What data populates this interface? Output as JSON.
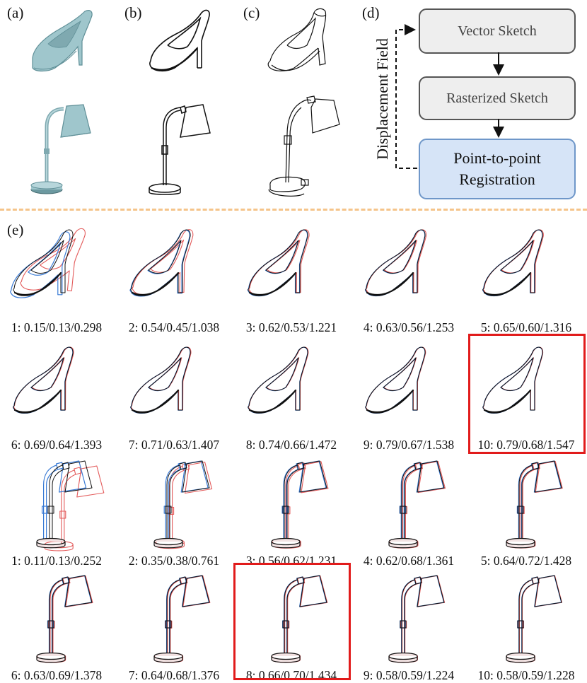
{
  "panels": {
    "a": "(a)",
    "b": "(b)",
    "c": "(c)",
    "d": "(d)",
    "e": "(e)"
  },
  "pipeline": {
    "vector_sketch": "Vector Sketch",
    "rasterized_sketch": "Rasterized Sketch",
    "registration": "Point-to-point Registration",
    "side_label": "Displacement Field"
  },
  "colors": {
    "mesh": "#9fc6cc",
    "overlay_blue": "#3a7bd5",
    "overlay_red": "#e35a5a",
    "highlight": "#e11b1b",
    "separator": "#f5c48a",
    "registration_fill": "#d6e4f7"
  },
  "shoe_rows": [
    [
      "1: 0.15/0.13/0.298",
      "2: 0.54/0.45/1.038",
      "3: 0.62/0.53/1.221",
      "4: 0.63/0.56/1.253",
      "5: 0.65/0.60/1.316"
    ],
    [
      "6: 0.69/0.64/1.393",
      "7: 0.71/0.63/1.407",
      "8: 0.74/0.66/1.472",
      "9: 0.79/0.67/1.538",
      "10: 0.79/0.68/1.547"
    ]
  ],
  "lamp_rows": [
    [
      "1: 0.11/0.13/0.252",
      "2: 0.35/0.38/0.761",
      "3: 0.56/0.62/1.231",
      "4: 0.62/0.68/1.361",
      "5: 0.64/0.72/1.428"
    ],
    [
      "6: 0.63/0.69/1.378",
      "7: 0.64/0.68/1.376",
      "8: 0.66/0.70/1.434",
      "9: 0.58/0.59/1.224",
      "10: 0.58/0.59/1.228"
    ]
  ],
  "highlighted": {
    "shoe": "10",
    "lamp": "8"
  }
}
